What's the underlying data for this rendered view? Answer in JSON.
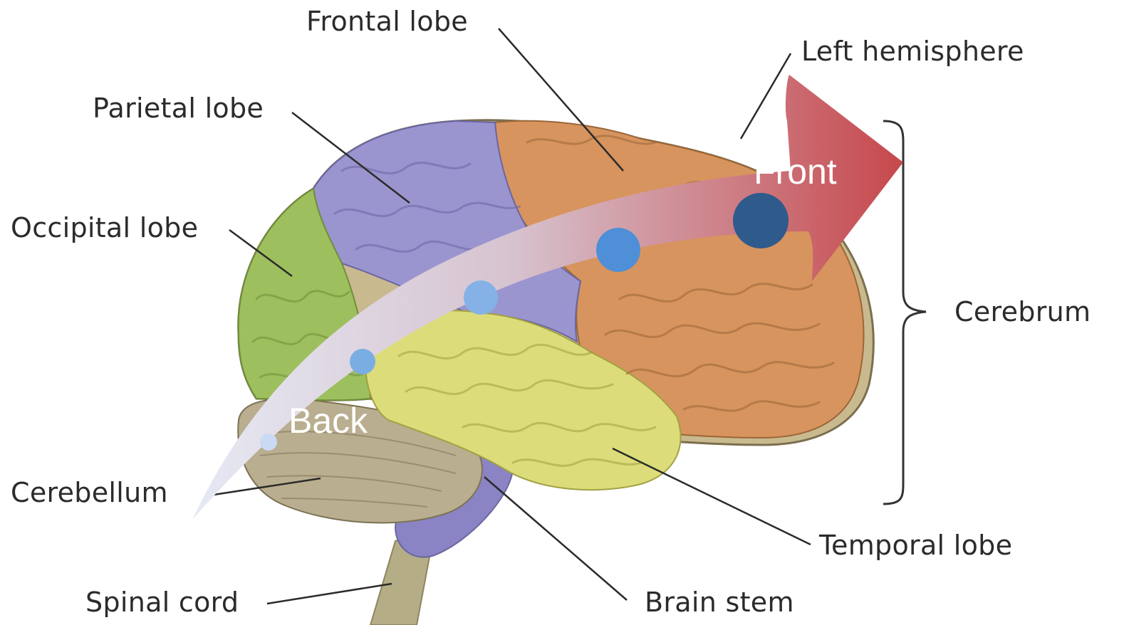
{
  "labels": {
    "frontal_lobe": "Frontal lobe",
    "left_hemisphere": "Left hemisphere",
    "parietal_lobe": "Parietal lobe",
    "occipital_lobe": "Occipital lobe",
    "cerebrum": "Cerebrum",
    "cerebellum": "Cerebellum",
    "temporal_lobe": "Temporal lobe",
    "spinal_cord": "Spinal cord",
    "brain_stem": "Brain stem"
  },
  "arrow": {
    "start_label": "Back",
    "end_label": "Front",
    "gradient_start_color": "#e6e9f4",
    "gradient_end_color": "#c6484c"
  },
  "region_colors": {
    "frontal": "#d7945e",
    "parietal": "#9a95cf",
    "occipital": "#9ebf5e",
    "temporal": "#dcdc7a",
    "cerebellum": "#b9ae8f",
    "brain_stem": "#8a84c4",
    "spinal_cord": "#b5ad86"
  },
  "dot_colors": [
    "#c9daf2",
    "#7aaee3",
    "#84b2e6",
    "#4f8fd7",
    "#2f5a8c"
  ]
}
